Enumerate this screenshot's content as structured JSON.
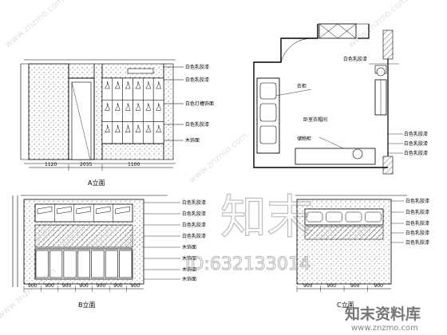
{
  "watermark": {
    "brand_cn": "知末",
    "id_text": "ID:632133014",
    "footer_cn": "知末资料库",
    "url": "www.znzmo.com",
    "diagonal": "www.znzmo.com"
  },
  "views": {
    "a": {
      "label": "A立面",
      "dims": [
        "1120",
        "2035",
        "1100"
      ],
      "callouts": [
        "白色乳胶漆",
        "白色乳胶漆",
        "白色灯槽饰面",
        "白色乳胶漆",
        "木饰面"
      ]
    },
    "plan": {
      "room_label": "卧室衣帽间",
      "callouts": [
        "衣柜",
        "储物柜",
        "白色乳胶漆",
        "白色乳胶漆",
        "白色乳胶漆",
        "白色乳胶漆"
      ]
    },
    "b": {
      "label": "B立面",
      "bottom_dims": [
        "900",
        "900",
        "900",
        "900",
        "900",
        "900",
        "900"
      ],
      "callouts": [
        "白色乳胶漆",
        "白色乳胶漆",
        "白色乳胶漆",
        "白色乳胶漆",
        "木饰面",
        "木饰面",
        "木饰面",
        "木饰面"
      ]
    },
    "c": {
      "label": "C立面",
      "bottom_dims": [
        "900",
        "900",
        "900",
        "900"
      ],
      "callouts": [
        "白色乳胶漆",
        "白色乳胶漆",
        "白色乳胶漆",
        "白色乳胶漆",
        "白色乳胶漆"
      ]
    }
  }
}
